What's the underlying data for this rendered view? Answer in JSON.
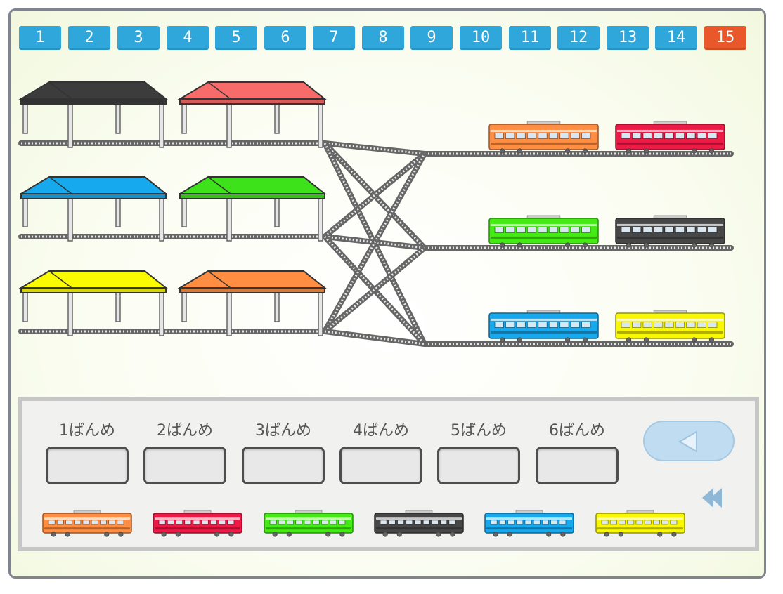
{
  "levels": {
    "items": [
      "1",
      "2",
      "3",
      "4",
      "5",
      "6",
      "7",
      "8",
      "9",
      "10",
      "11",
      "12",
      "13",
      "14",
      "15"
    ],
    "active_index": 14,
    "color": "#30a7db",
    "active_color": "#e8582a"
  },
  "stations": [
    {
      "name": "station-black",
      "color": "#3c3c3c"
    },
    {
      "name": "station-salmon",
      "color": "#f76b6b"
    },
    {
      "name": "station-blue",
      "color": "#17a9ee"
    },
    {
      "name": "station-green",
      "color": "#3ee21b"
    },
    {
      "name": "station-yellow",
      "color": "#fafa00"
    },
    {
      "name": "station-orange",
      "color": "#ff8e42"
    }
  ],
  "waiting_trains": [
    {
      "name": "train-orange",
      "color": "#ff8e42"
    },
    {
      "name": "train-red",
      "color": "#ee1a46"
    },
    {
      "name": "train-green",
      "color": "#44ea13"
    },
    {
      "name": "train-dark",
      "color": "#474747"
    },
    {
      "name": "train-blue",
      "color": "#17a9ee"
    },
    {
      "name": "train-yellow",
      "color": "#f9f800"
    }
  ],
  "answer_slots": [
    {
      "label": "1ばんめ"
    },
    {
      "label": "2ばんめ"
    },
    {
      "label": "3ばんめ"
    },
    {
      "label": "4ばんめ"
    },
    {
      "label": "5ばんめ"
    },
    {
      "label": "6ばんめ"
    }
  ],
  "palette_trains": [
    {
      "name": "palette-train-orange",
      "color": "#ff8e42"
    },
    {
      "name": "palette-train-red",
      "color": "#ee1a46"
    },
    {
      "name": "palette-train-green",
      "color": "#44ea13"
    },
    {
      "name": "palette-train-dark",
      "color": "#474747"
    },
    {
      "name": "palette-train-blue",
      "color": "#17a9ee"
    },
    {
      "name": "palette-train-yellow",
      "color": "#f9f800"
    }
  ],
  "controls": {
    "back_icon": "triangle-left-icon",
    "rewind_icon": "double-chevron-left-icon"
  }
}
